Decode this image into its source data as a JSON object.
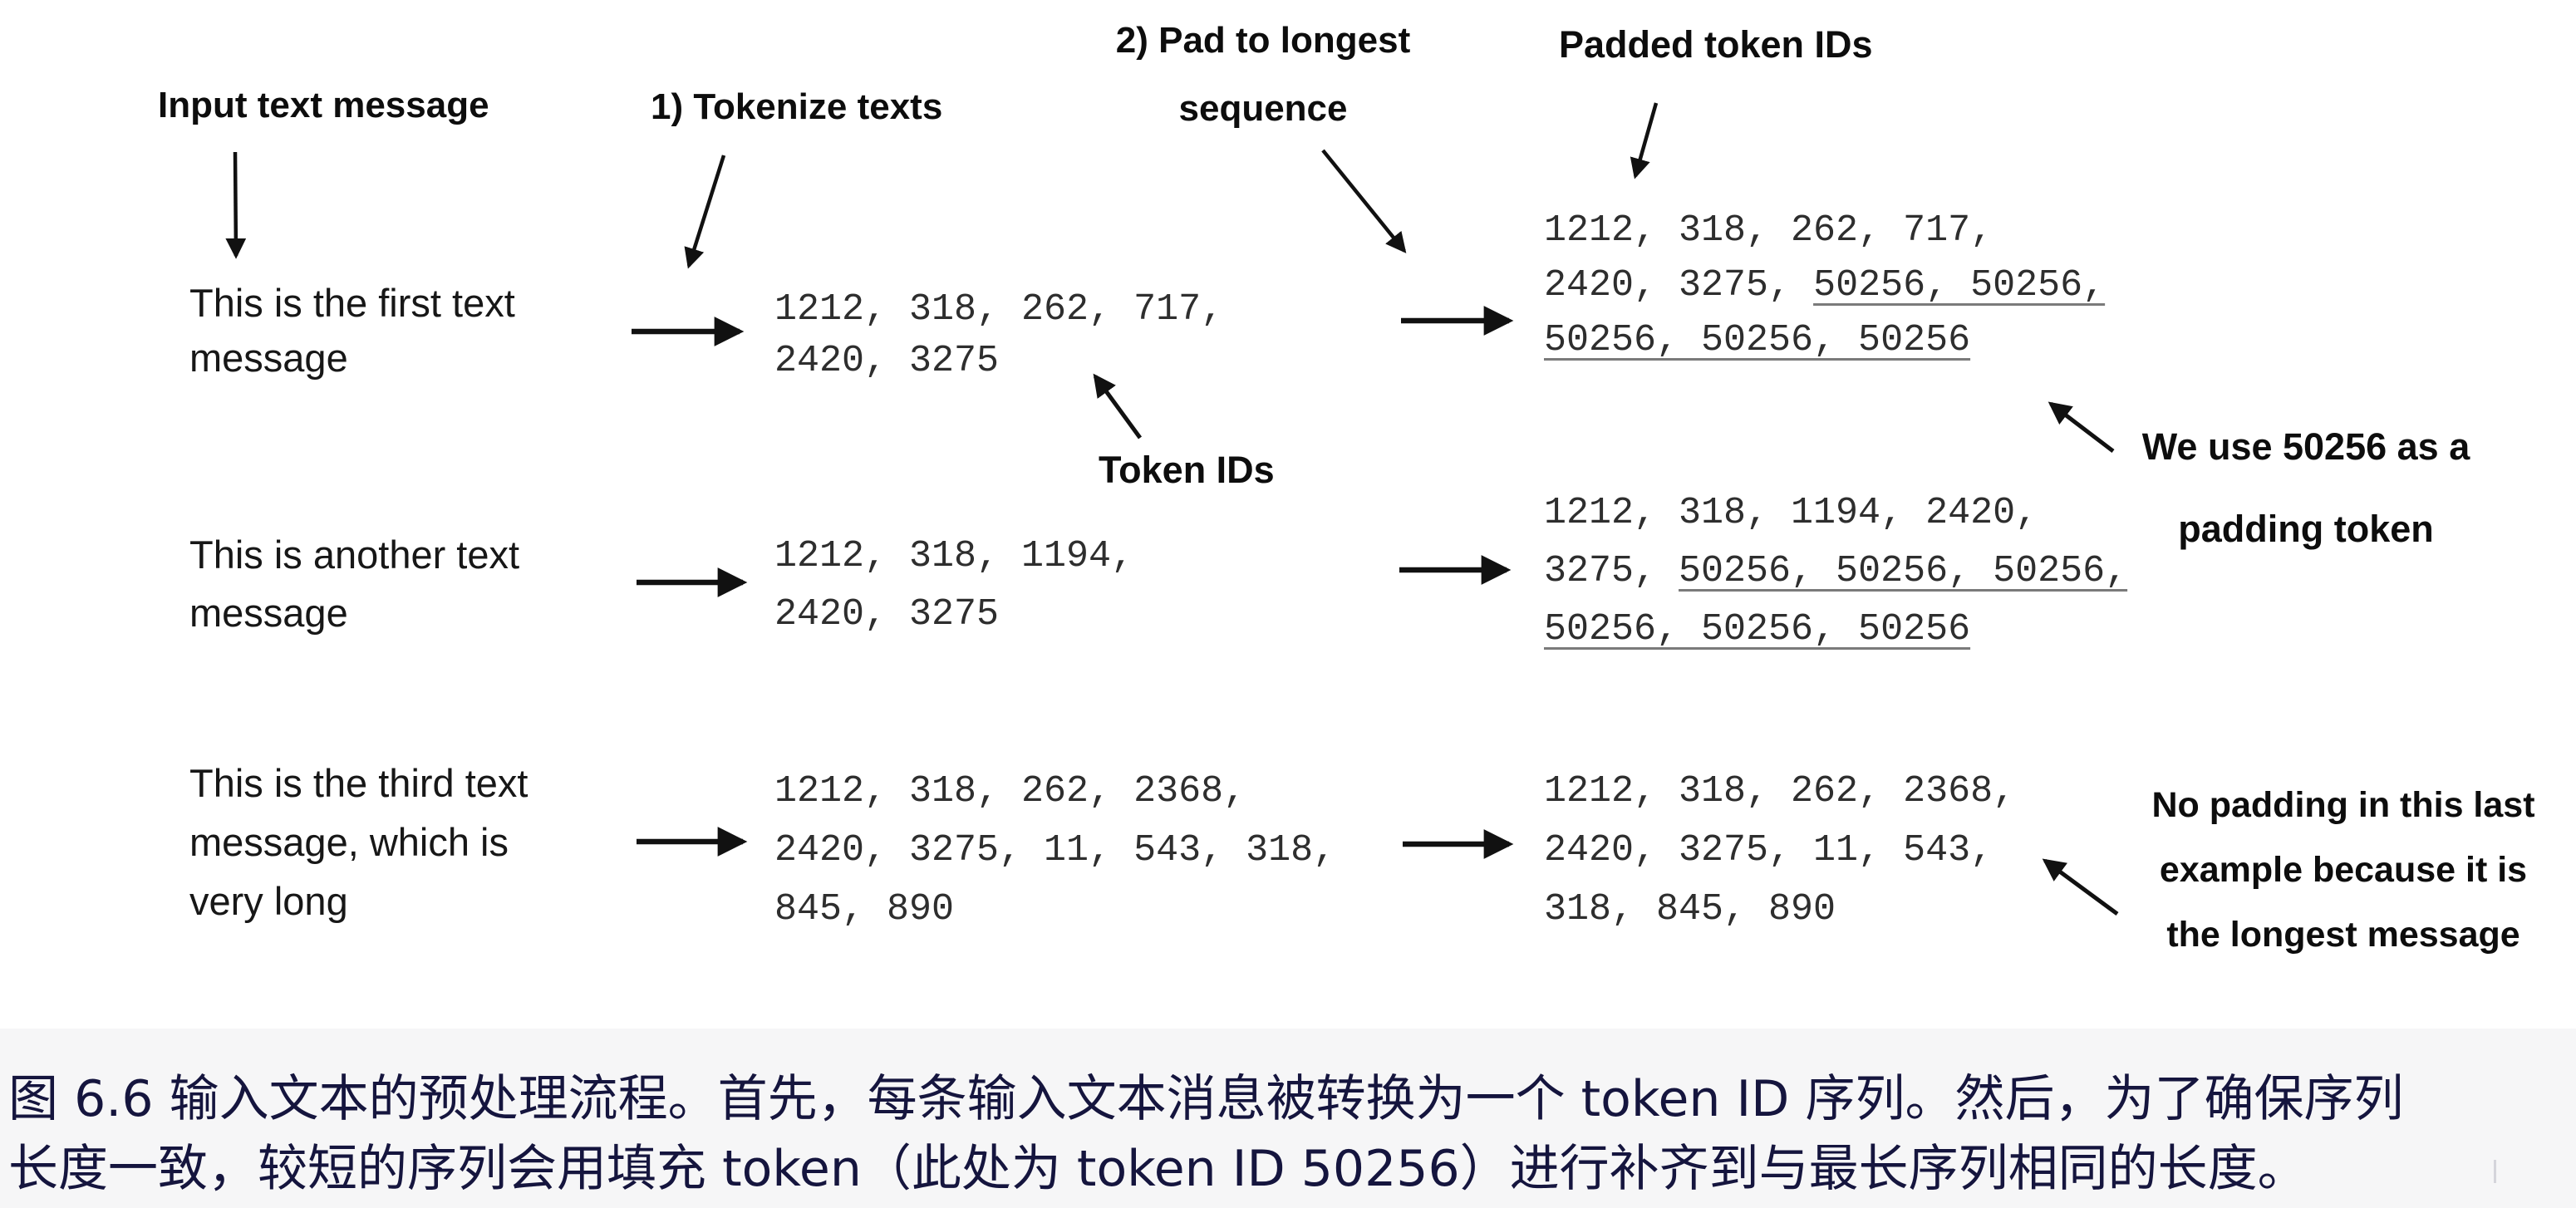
{
  "figure": {
    "labels": {
      "input": "Input text message",
      "tokenize": "1) Tokenize texts",
      "pad": [
        "2) Pad to longest",
        "sequence"
      ],
      "padded": "Padded token IDs",
      "token_ids": "Token IDs"
    },
    "annotations": {
      "padding_note": [
        "We use 50256 as a",
        "padding token"
      ],
      "no_padding_note": [
        "No padding in this last",
        "example because it is",
        "the longest message"
      ]
    },
    "rows": [
      {
        "message": [
          "This is the first text",
          "message"
        ],
        "tokens": [
          "1212, 318, 262, 717,",
          "2420, 3275"
        ],
        "padded": [
          [
            {
              "t": "1212, 318, 262, 717,",
              "u": false
            }
          ],
          [
            {
              "t": "2420, 3275, ",
              "u": false
            },
            {
              "t": "50256, 50256,",
              "u": true
            }
          ],
          [
            {
              "t": "50256, 50256, 50256",
              "u": true
            }
          ]
        ]
      },
      {
        "message": [
          "This is another text",
          "message"
        ],
        "tokens": [
          "1212, 318, 1194,",
          "2420, 3275"
        ],
        "padded": [
          [
            {
              "t": "1212, 318, 1194, 2420,",
              "u": false
            }
          ],
          [
            {
              "t": "3275, ",
              "u": false
            },
            {
              "t": "50256, 50256, 50256,",
              "u": true
            }
          ],
          [
            {
              "t": "50256, 50256, 50256",
              "u": true
            }
          ]
        ]
      },
      {
        "message": [
          "This is the third text",
          "message, which is",
          "very long"
        ],
        "tokens": [
          "1212, 318, 262, 2368,",
          "2420, 3275, 11, 543, 318,",
          "845, 890"
        ],
        "padded": [
          [
            {
              "t": "1212, 318, 262, 2368,",
              "u": false
            }
          ],
          [
            {
              "t": "2420, 3275, 11, 543,",
              "u": false
            }
          ],
          [
            {
              "t": "318, 845, 890",
              "u": false
            }
          ]
        ]
      }
    ],
    "padding_token_id": "50256"
  },
  "caption": {
    "line1": "图 6.6 输入文本的预处理流程。首先，每条输入文本消息被转换为一个 token ID 序列。然后，为了确保序列",
    "line2": "长度一致，较短的序列会用填充 token（此处为 token ID 50256）进行补齐到与最长序列相同的长度。"
  },
  "colors": {
    "arrow": "#111111",
    "label_text": "#0d0d0d",
    "message_text": "#171717",
    "mono_text": "#2e2e2e",
    "underline": "#7a7a7a",
    "caption_text": "#15153e",
    "background": "#ffffff",
    "caption_band": "#f6f6f7"
  }
}
